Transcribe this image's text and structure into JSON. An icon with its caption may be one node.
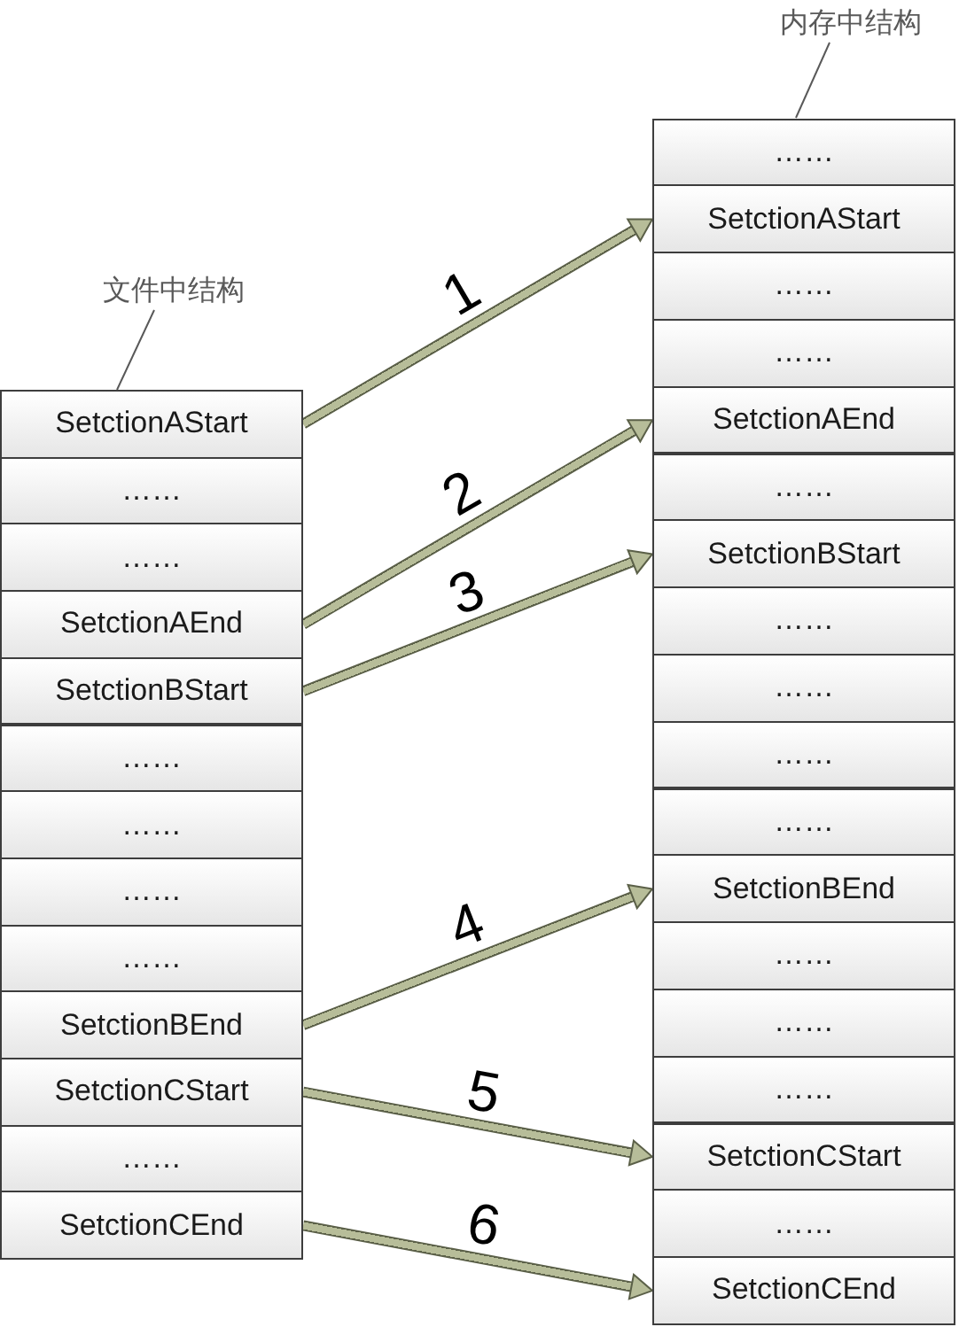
{
  "diagram": {
    "nodes": [
      {
        "text": [
          "文件中结构"
        ]
      },
      {
        "text": [
          "SetctionAStart"
        ]
      },
      {
        "text": [
          "……"
        ]
      },
      {
        "text": [
          "……"
        ]
      },
      {
        "text": [
          "SetctionAEnd"
        ]
      },
      {
        "text": [
          "SetctionBStart"
        ]
      },
      {
        "text": [
          "……"
        ]
      },
      {
        "text": [
          "……"
        ]
      },
      {
        "text": [
          "……"
        ]
      },
      {
        "text": [
          "……"
        ]
      },
      {
        "text": [
          "SetctionBEnd"
        ]
      },
      {
        "text": [
          "SetctionCStart"
        ]
      },
      {
        "text": [
          "……"
        ]
      },
      {
        "text": [
          "SetctionCEnd"
        ]
      },
      {
        "text": [
          "内存中结构"
        ]
      },
      {
        "text": [
          "……"
        ]
      },
      {
        "text": [
          "SetctionAStart"
        ]
      },
      {
        "text": [
          "……"
        ]
      },
      {
        "text": [
          "……"
        ]
      },
      {
        "text": [
          "SetctionAEnd"
        ]
      },
      {
        "text": [
          "……"
        ]
      },
      {
        "text": [
          "SetctionBStart"
        ]
      },
      {
        "text": [
          "……"
        ]
      },
      {
        "text": [
          "……"
        ]
      },
      {
        "text": [
          "……"
        ]
      },
      {
        "text": [
          "……"
        ]
      },
      {
        "text": [
          "SetctionBEnd"
        ]
      },
      {
        "text": [
          "……"
        ]
      },
      {
        "text": [
          "……"
        ]
      },
      {
        "text": [
          "……"
        ]
      },
      {
        "text": [
          "SetctionCStart"
        ]
      },
      {
        "text": [
          "……"
        ]
      },
      {
        "text": [
          "SetctionCEnd"
        ]
      }
    ],
    "edges": [
      {
        "from": 0,
        "to": 1,
        "arrow": "none",
        "color": "#595959"
      },
      {
        "from": 14,
        "to": 15,
        "arrow": "none",
        "color": "#595959"
      },
      {
        "from": 1,
        "to": 16,
        "arrow": "to",
        "label": "1"
      },
      {
        "from": 4,
        "to": 19,
        "arrow": "to",
        "label": "2"
      },
      {
        "from": 5,
        "to": 21,
        "arrow": "to",
        "label": "3"
      },
      {
        "from": 10,
        "to": 26,
        "arrow": "to",
        "label": "4"
      },
      {
        "from": 11,
        "to": 30,
        "arrow": "to",
        "label": "5"
      },
      {
        "from": 13,
        "to": 32,
        "arrow": "to",
        "label": "6"
      }
    ]
  }
}
